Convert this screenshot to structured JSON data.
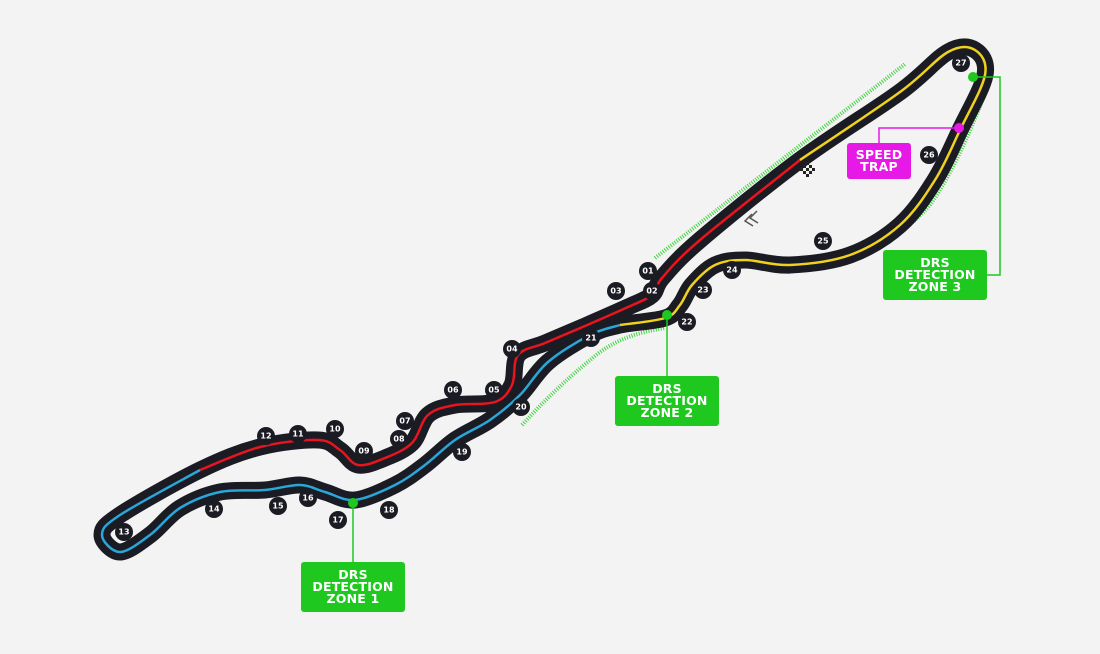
{
  "track": {
    "colors": {
      "surface": "#1b1b24",
      "sector1": "#e8141e",
      "sector2": "#2aa6d8",
      "sector3": "#f0d21e",
      "drs": "#1ec81e",
      "speed_trap": "#e619e6",
      "kerb": "#3fd43f"
    },
    "turns": [
      "01",
      "02",
      "03",
      "04",
      "05",
      "06",
      "07",
      "08",
      "09",
      "10",
      "11",
      "12",
      "13",
      "14",
      "15",
      "16",
      "17",
      "18",
      "19",
      "20",
      "21",
      "22",
      "23",
      "24",
      "25",
      "26",
      "27"
    ]
  },
  "labels": {
    "drs1": [
      "DRS",
      "DETECTION",
      "ZONE 1"
    ],
    "drs2": [
      "DRS",
      "DETECTION",
      "ZONE 2"
    ],
    "drs3": [
      "DRS",
      "DETECTION",
      "ZONE 3"
    ],
    "speed_trap": [
      "SPEED",
      "TRAP"
    ]
  },
  "icons": [
    "checkered-flag-icon",
    "direction-chevron-icon"
  ]
}
